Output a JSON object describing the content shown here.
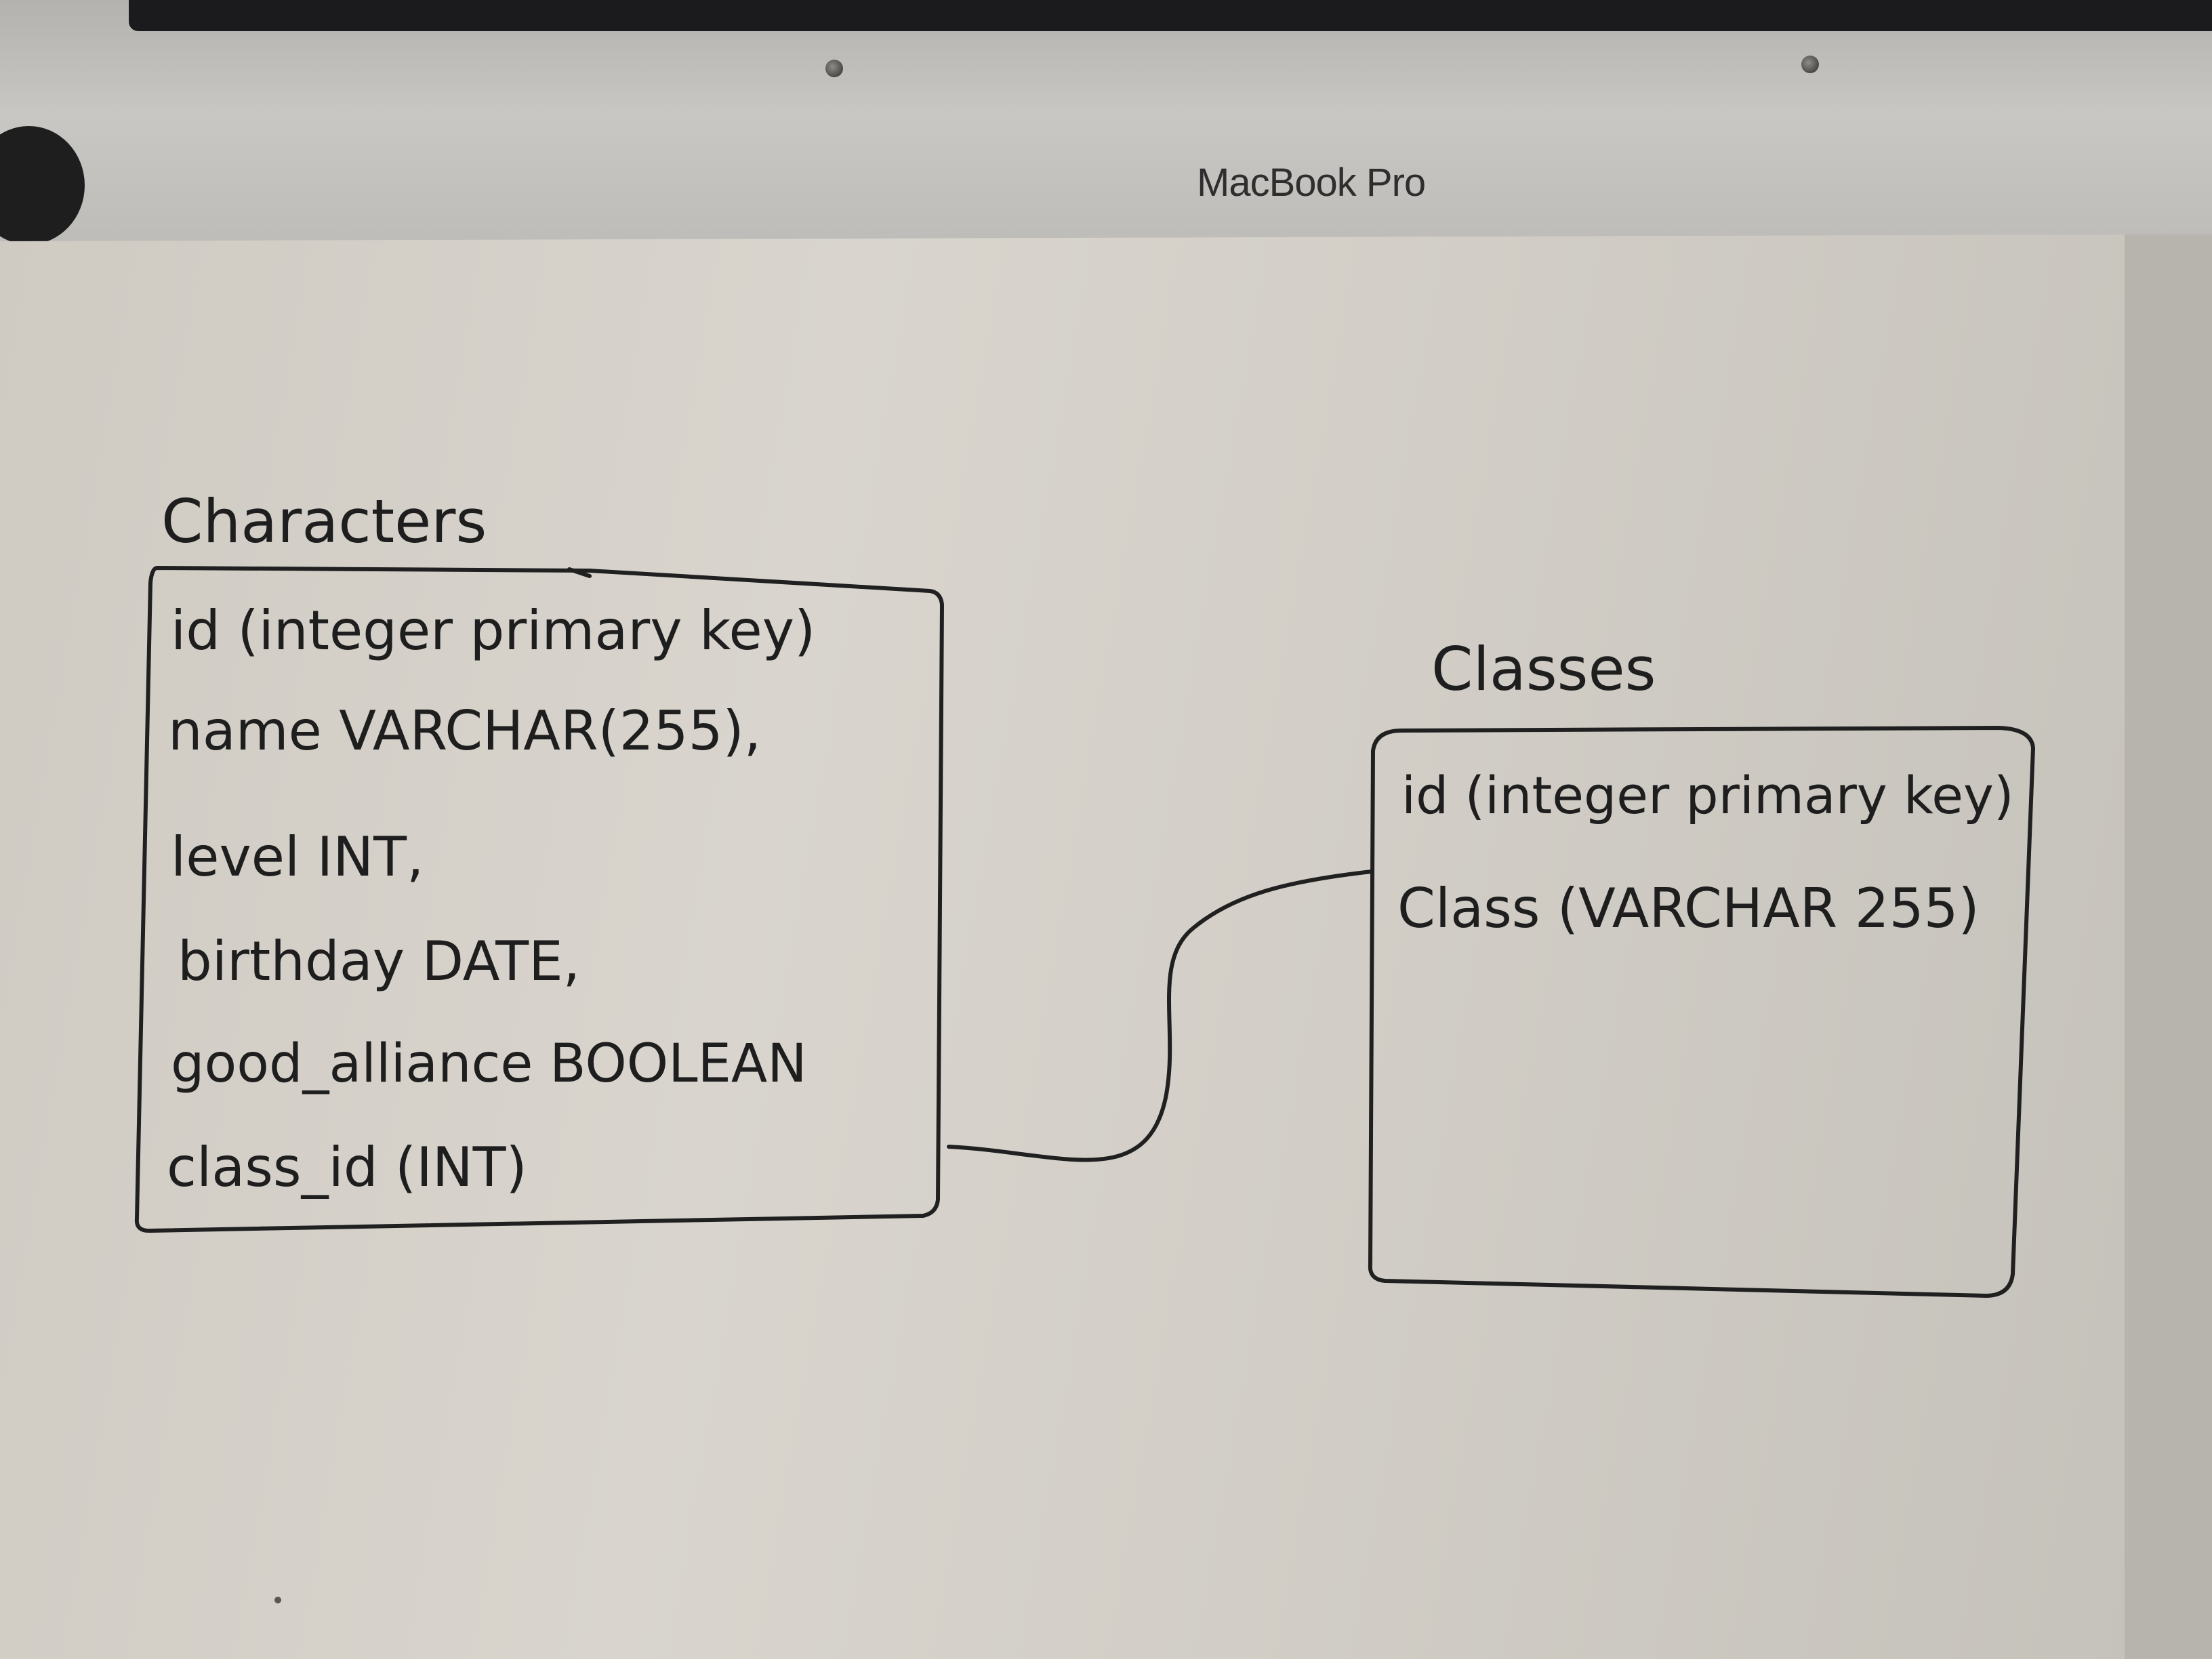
{
  "laptop": {
    "brand": "MacBook Pro"
  },
  "entities": [
    {
      "name": "Characters",
      "fields": [
        "id (integer primary key)",
        "name VARCHAR(255),",
        "level INT,",
        "birthday DATE,",
        "good_alliance BOOLEAN",
        "class_id (INT)"
      ]
    },
    {
      "name": "Classes",
      "fields": [
        "id (integer primary key)",
        "Class (VARCHAR 255)"
      ]
    }
  ],
  "relationships": [
    {
      "from": "Characters.class_id",
      "to": "Classes.id"
    }
  ],
  "colors": {
    "ink": "#202020",
    "paper": "#d7d3cc",
    "bezel": "#1b1b1d"
  }
}
